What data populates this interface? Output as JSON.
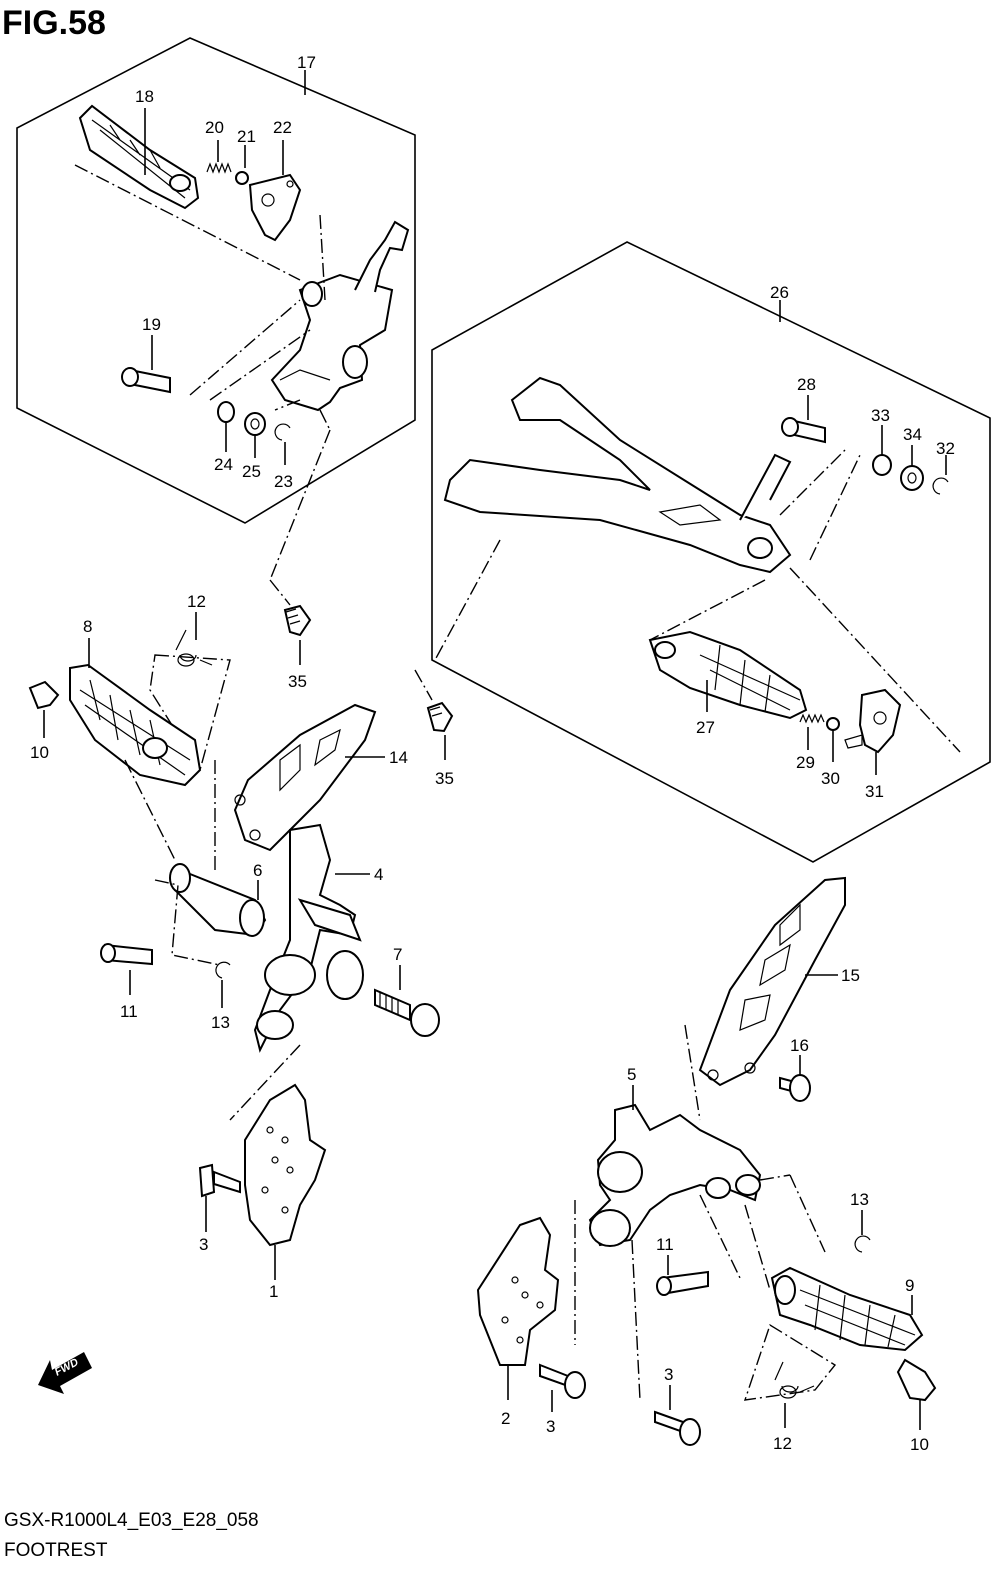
{
  "figure": {
    "title": "FIG.58",
    "code": "GSX-R1000L4_E03_E28_058",
    "name": "FOOTREST",
    "direction_marker": "FWD"
  },
  "labels": {
    "p1": "1",
    "p2": "2",
    "p3a": "3",
    "p3b": "3",
    "p3c": "3",
    "p4": "4",
    "p5": "5",
    "p6": "6",
    "p7": "7",
    "p8": "8",
    "p9": "9",
    "p10a": "10",
    "p10b": "10",
    "p11a": "11",
    "p11b": "11",
    "p12a": "12",
    "p12b": "12",
    "p13a": "13",
    "p13b": "13",
    "p14": "14",
    "p15": "15",
    "p16": "16",
    "p17": "17",
    "p18": "18",
    "p19": "19",
    "p20": "20",
    "p21": "21",
    "p22": "22",
    "p23": "23",
    "p24": "24",
    "p25": "25",
    "p26": "26",
    "p27": "27",
    "p28": "28",
    "p29": "29",
    "p30": "30",
    "p31": "31",
    "p32": "32",
    "p33": "33",
    "p34": "34",
    "p35a": "35",
    "p35b": "35"
  }
}
